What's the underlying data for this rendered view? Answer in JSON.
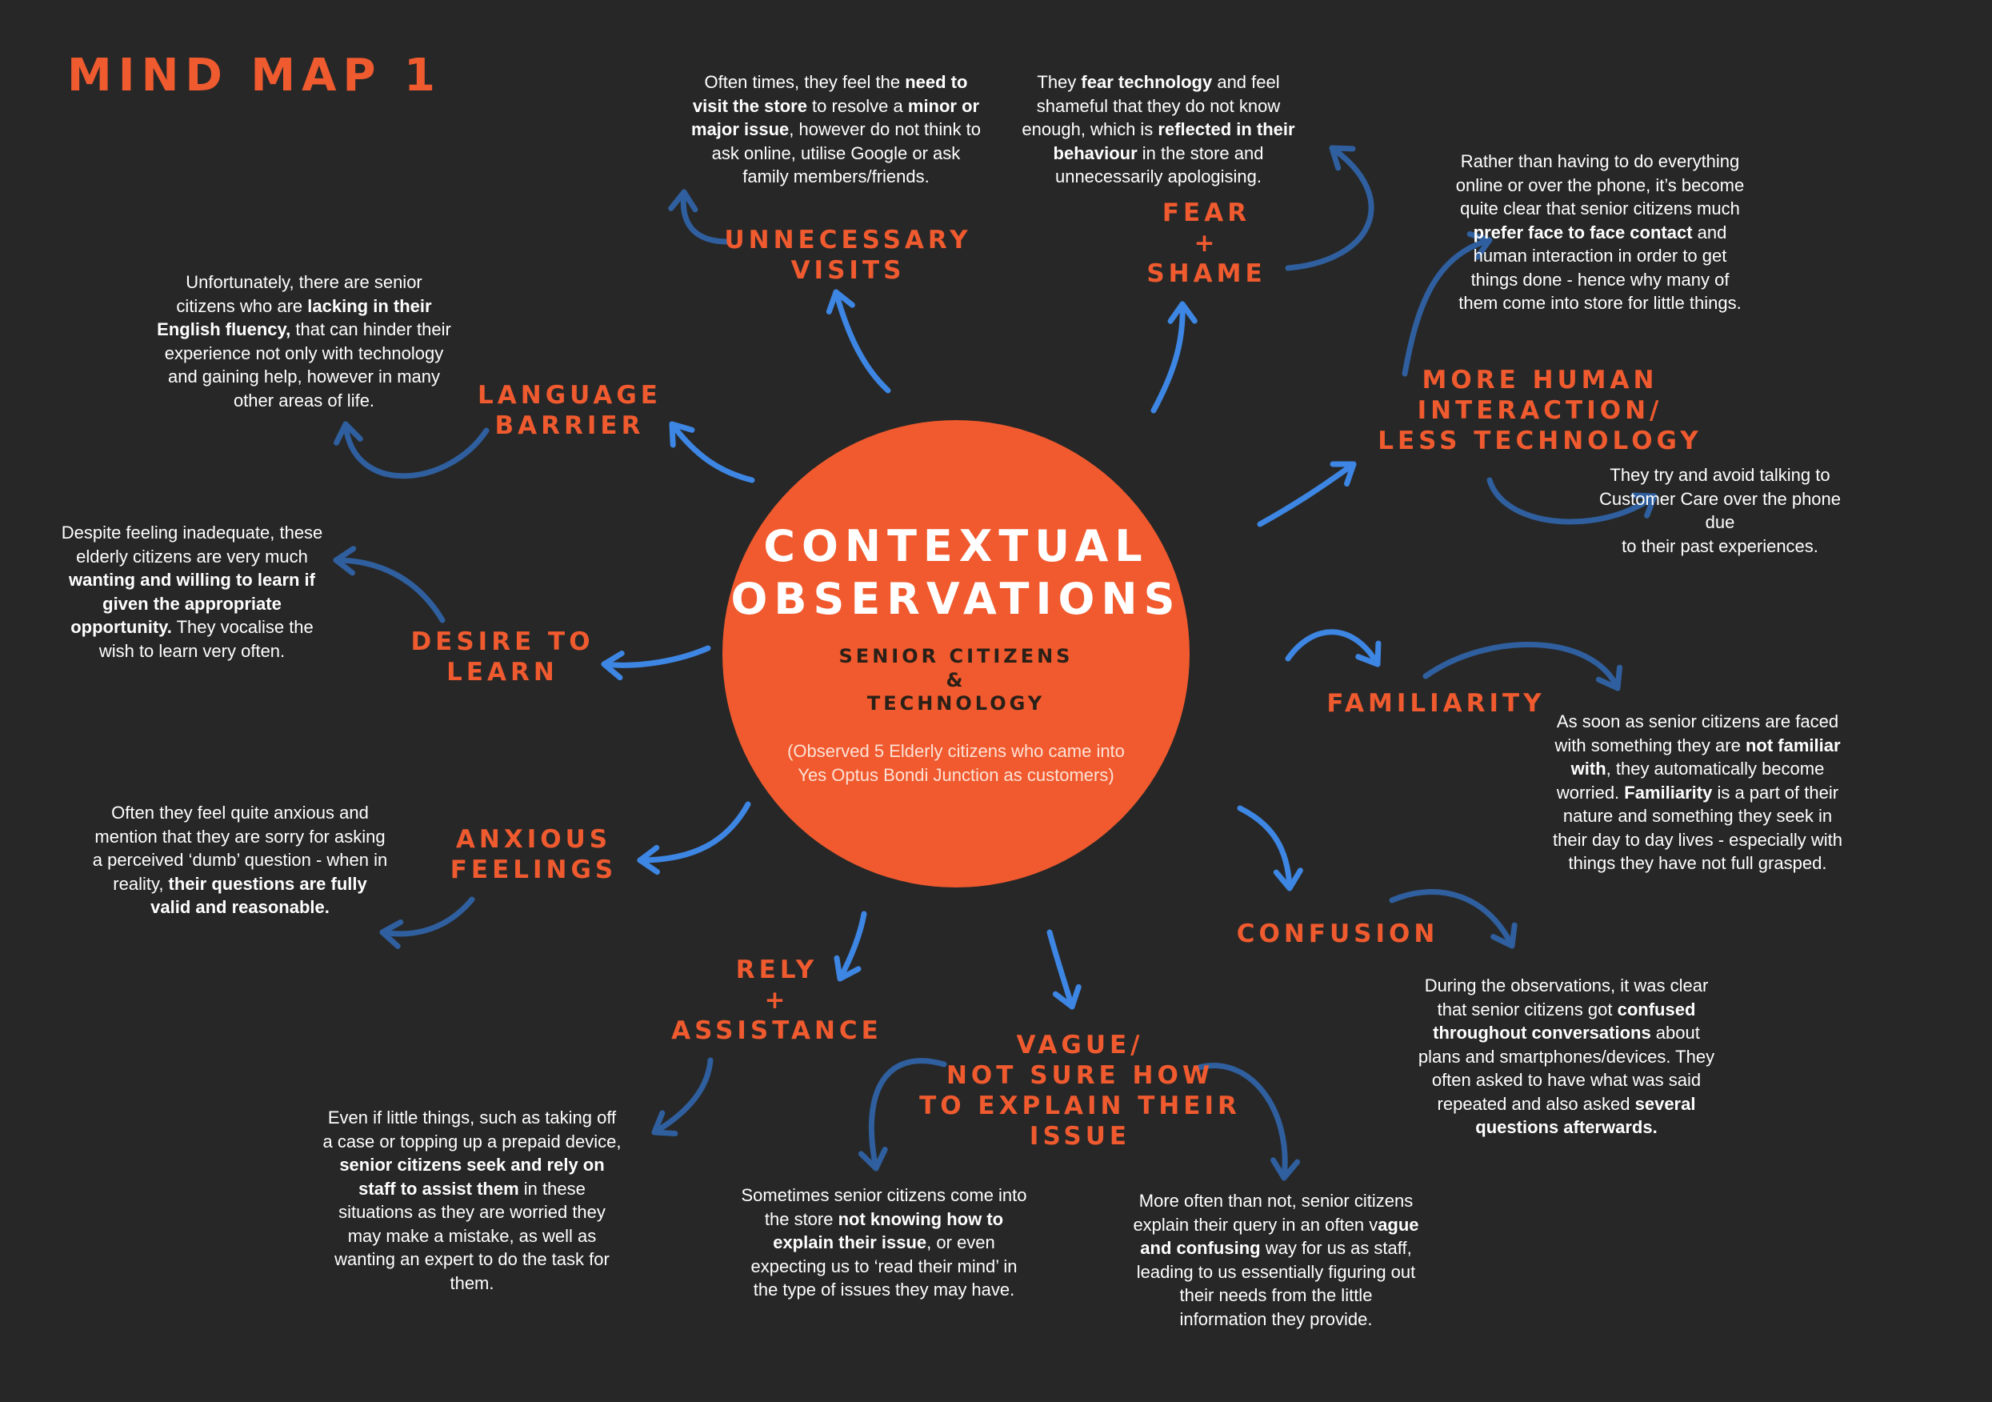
{
  "page_title": "MIND MAP 1",
  "center": {
    "title_lines": [
      "CONTEXTUAL",
      "OBSERVATIONS"
    ],
    "subtitle_lines": [
      "SENIOR CITIZENS",
      "&",
      "TECHNOLOGY"
    ],
    "note_lines": [
      "(Observed 5 Elderly citizens who came into",
      "Yes Optus Bondi Junction as customers)"
    ]
  },
  "colors": {
    "accent": "#ef5a2f",
    "circle": "#f05a2e",
    "background": "#272727",
    "arrow_light": "#3d86e3",
    "arrow_dark": "#2f5f9e"
  },
  "nodes": [
    {
      "id": "unnecessary-visits",
      "title_lines": [
        "UNNECESSARY",
        "VISITS"
      ],
      "description": [
        [
          {
            "t": "Often times, they feel the "
          },
          {
            "t": "need to",
            "b": true
          }
        ],
        [
          {
            "t": "visit the store",
            "b": true
          },
          {
            "t": " to resolve a "
          },
          {
            "t": "minor or",
            "b": true
          }
        ],
        [
          {
            "t": "major issue",
            "b": true
          },
          {
            "t": ", however do not think to"
          }
        ],
        [
          {
            "t": "ask online, utilise Google or ask"
          }
        ],
        [
          {
            "t": "family members/friends."
          }
        ]
      ]
    },
    {
      "id": "fear-shame",
      "title_lines": [
        "FEAR",
        "+",
        "SHAME"
      ],
      "description": [
        [
          {
            "t": "They "
          },
          {
            "t": "fear technology",
            "b": true
          },
          {
            "t": " and feel"
          }
        ],
        [
          {
            "t": "shameful that they do not know"
          }
        ],
        [
          {
            "t": "enough, which is "
          },
          {
            "t": "reflected in their",
            "b": true
          }
        ],
        [
          {
            "t": "behaviour",
            "b": true
          },
          {
            "t": " in the store and"
          }
        ],
        [
          {
            "t": "unnecessarily apologising."
          }
        ]
      ]
    },
    {
      "id": "more-human-interaction",
      "title_lines": [
        "MORE HUMAN",
        "INTERACTION/",
        "LESS TECHNOLOGY"
      ],
      "description": [
        [
          {
            "t": "Rather than having to do everything"
          }
        ],
        [
          {
            "t": "online or over the phone, it’s become"
          }
        ],
        [
          {
            "t": "quite clear that senior citizens much"
          }
        ],
        [
          {
            "t": "prefer face to face contact",
            "b": true
          },
          {
            "t": " and"
          }
        ],
        [
          {
            "t": "human interaction in order to get"
          }
        ],
        [
          {
            "t": "things done - hence why many of"
          }
        ],
        [
          {
            "t": "them come into store for little things."
          }
        ]
      ],
      "description_2": [
        [
          {
            "t": "They try and avoid talking to"
          }
        ],
        [
          {
            "t": "Customer Care over the phone due"
          }
        ],
        [
          {
            "t": "to their past experiences."
          }
        ]
      ]
    },
    {
      "id": "language-barrier",
      "title_lines": [
        "LANGUAGE",
        "BARRIER"
      ],
      "description": [
        [
          {
            "t": "Unfortunately, there are senior"
          }
        ],
        [
          {
            "t": "citizens who are "
          },
          {
            "t": "lacking in their",
            "b": true
          }
        ],
        [
          {
            "t": "English fluency,",
            "b": true
          },
          {
            "t": " that can hinder their"
          }
        ],
        [
          {
            "t": "experience not only with technology"
          }
        ],
        [
          {
            "t": "and gaining help, however in many"
          }
        ],
        [
          {
            "t": "other areas of life."
          }
        ]
      ]
    },
    {
      "id": "desire-to-learn",
      "title_lines": [
        "DESIRE TO",
        "LEARN"
      ],
      "description": [
        [
          {
            "t": "Despite feeling inadequate, these"
          }
        ],
        [
          {
            "t": "elderly citizens are very much"
          }
        ],
        [
          {
            "t": "wanting and willing to learn if",
            "b": true
          }
        ],
        [
          {
            "t": "given the appropriate",
            "b": true
          }
        ],
        [
          {
            "t": "opportunity.",
            "b": true
          },
          {
            "t": " They vocalise the"
          }
        ],
        [
          {
            "t": "wish to learn very often."
          }
        ]
      ]
    },
    {
      "id": "familiarity",
      "title_lines": [
        "FAMILIARITY"
      ],
      "description": [
        [
          {
            "t": "As soon as senior citizens are faced"
          }
        ],
        [
          {
            "t": "with something they are "
          },
          {
            "t": "not familiar",
            "b": true
          }
        ],
        [
          {
            "t": "with",
            "b": true
          },
          {
            "t": ", they automatically become"
          }
        ],
        [
          {
            "t": "worried. "
          },
          {
            "t": "Familiarity",
            "b": true
          },
          {
            "t": " is a part of their"
          }
        ],
        [
          {
            "t": "nature and something they seek in"
          }
        ],
        [
          {
            "t": "their day to day lives - especially with"
          }
        ],
        [
          {
            "t": "things they have not full grasped."
          }
        ]
      ]
    },
    {
      "id": "anxious-feelings",
      "title_lines": [
        "ANXIOUS",
        "FEELINGS"
      ],
      "description": [
        [
          {
            "t": "Often they feel quite anxious and"
          }
        ],
        [
          {
            "t": "mention that they are sorry for asking"
          }
        ],
        [
          {
            "t": "a perceived ‘dumb’ question - when in"
          }
        ],
        [
          {
            "t": "reality, "
          },
          {
            "t": "their questions are fully",
            "b": true
          }
        ],
        [
          {
            "t": "valid and reasonable.",
            "b": true
          }
        ]
      ]
    },
    {
      "id": "confusion",
      "title_lines": [
        "CONFUSION"
      ],
      "description": [
        [
          {
            "t": "During the observations, it was clear"
          }
        ],
        [
          {
            "t": "that senior citizens got "
          },
          {
            "t": "confused",
            "b": true
          }
        ],
        [
          {
            "t": "throughout conversations",
            "b": true
          },
          {
            "t": " about"
          }
        ],
        [
          {
            "t": "plans and smartphones/devices. They"
          }
        ],
        [
          {
            "t": "often asked to have what was said"
          }
        ],
        [
          {
            "t": "repeated and also asked "
          },
          {
            "t": "several",
            "b": true
          }
        ],
        [
          {
            "t": "questions afterwards.",
            "b": true
          }
        ]
      ]
    },
    {
      "id": "rely-assistance",
      "title_lines": [
        "RELY",
        "+",
        "ASSISTANCE"
      ],
      "description": [
        [
          {
            "t": "Even if little things, such as taking off"
          }
        ],
        [
          {
            "t": "a case or topping up a prepaid device,"
          }
        ],
        [
          {
            "t": "senior citizens seek and rely on",
            "b": true
          }
        ],
        [
          {
            "t": "staff to assist them",
            "b": true
          },
          {
            "t": " in these"
          }
        ],
        [
          {
            "t": "situations as they are worried they"
          }
        ],
        [
          {
            "t": "may make a mistake, as well as"
          }
        ],
        [
          {
            "t": "wanting an expert to do the task for"
          }
        ],
        [
          {
            "t": "them."
          }
        ]
      ]
    },
    {
      "id": "vague",
      "title_lines": [
        "VAGUE/",
        "NOT SURE HOW",
        "TO EXPLAIN THEIR",
        "ISSUE"
      ],
      "description": [
        [
          {
            "t": "Sometimes senior citizens come into"
          }
        ],
        [
          {
            "t": "the store "
          },
          {
            "t": "not knowing how to",
            "b": true
          }
        ],
        [
          {
            "t": "explain their issue",
            "b": true
          },
          {
            "t": ", or even"
          }
        ],
        [
          {
            "t": "expecting us to ‘read their mind’ in"
          }
        ],
        [
          {
            "t": "the type of issues they may have."
          }
        ]
      ],
      "description_2": [
        [
          {
            "t": "More often than not, senior citizens"
          }
        ],
        [
          {
            "t": "explain their query in an often v"
          },
          {
            "t": "ague",
            "b": true
          }
        ],
        [
          {
            "t": "and confusing",
            "b": true
          },
          {
            "t": " way for us as staff,"
          }
        ],
        [
          {
            "t": "leading to us essentially figuring out"
          }
        ],
        [
          {
            "t": "their needs from the little"
          }
        ],
        [
          {
            "t": "information they provide."
          }
        ]
      ]
    }
  ]
}
